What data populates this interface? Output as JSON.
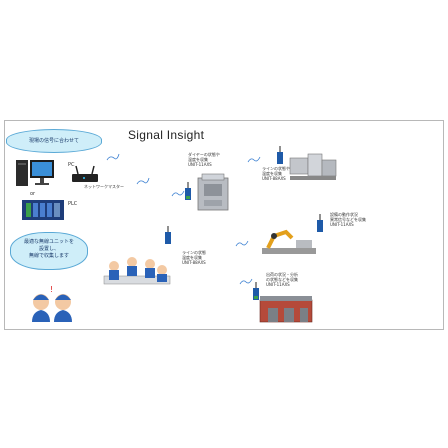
{
  "title": "Signal Insight",
  "bubble_top": "現場の信号に合わせて",
  "bubble_bottom": [
    "最適な無線ユニットを",
    "設置し、",
    "無線で収集します"
  ],
  "pc_label": "PC",
  "router_label": "ネットワークマスター",
  "or_label": "or",
  "plc_label": "PLC",
  "unit1": [
    "ダイヤーの状態や",
    "温度を収集",
    "UNIT-11AXS"
  ],
  "unit2": [
    "ラインの状態や",
    "温度を収集",
    "UNIT-88AXS"
  ],
  "unit3": [
    "設備の動作状況",
    "異常信号などを収集",
    "UNIT-11AXS"
  ],
  "unit4": [
    "ラインの状態",
    "温度を収集",
    "UNIT-88AXS"
  ],
  "unit5": [
    "出荷の状況・分析",
    "の状態などを収集",
    "UNIT-11AXS"
  ]
}
